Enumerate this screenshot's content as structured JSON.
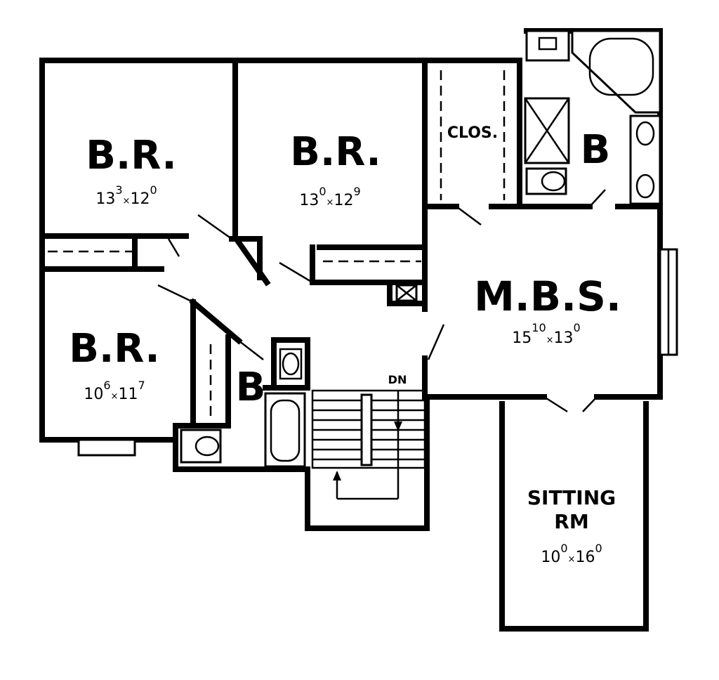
{
  "rooms": {
    "br1": {
      "label": "B.R.",
      "dim_w": "13",
      "dim_w_sup": "3",
      "dim_h": "12",
      "dim_h_sup": "0"
    },
    "br2": {
      "label": "B.R.",
      "dim_w": "13",
      "dim_w_sup": "0",
      "dim_h": "12",
      "dim_h_sup": "9"
    },
    "br3": {
      "label": "B.R.",
      "dim_w": "10",
      "dim_w_sup": "6",
      "dim_h": "11",
      "dim_h_sup": "7"
    },
    "closet": {
      "label": "CLOS."
    },
    "master_bath": {
      "label": "B"
    },
    "hall_bath": {
      "label": "B"
    },
    "mbs": {
      "label": "M.B.S.",
      "dim_w": "15",
      "dim_w_sup": "10",
      "dim_h": "13",
      "dim_h_sup": "0"
    },
    "sitting": {
      "label_line1": "SITTING",
      "label_line2": "RM",
      "dim_w": "10",
      "dim_w_sup": "0",
      "dim_h": "16",
      "dim_h_sup": "0"
    }
  },
  "stairs": {
    "label": "DN"
  },
  "separator": "×"
}
